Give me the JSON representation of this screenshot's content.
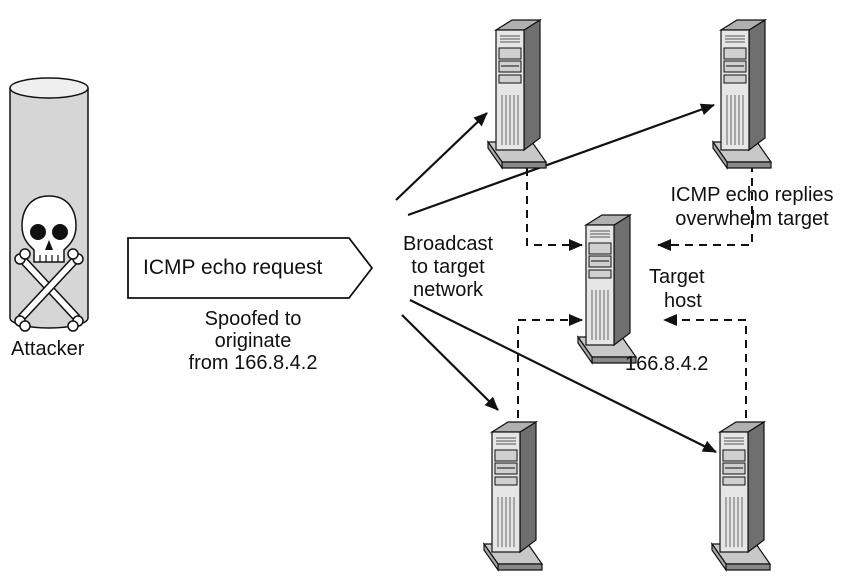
{
  "attacker": {
    "label": "Attacker"
  },
  "packet": {
    "label": "ICMP echo request",
    "spoof_line1": "Spoofed to",
    "spoof_line2": "originate",
    "spoof_line3": "from 166.8.4.2"
  },
  "broadcast": {
    "line1": "Broadcast",
    "line2": "to target",
    "line3": "network"
  },
  "replies": {
    "line1": "ICMP echo replies",
    "line2": "overwhelm target"
  },
  "target": {
    "line1": "Target",
    "line2": "host",
    "ip": "166.8.4.2"
  },
  "icons": {
    "attacker": "skull-crossbones-icon",
    "server": "tower-server-icon"
  }
}
